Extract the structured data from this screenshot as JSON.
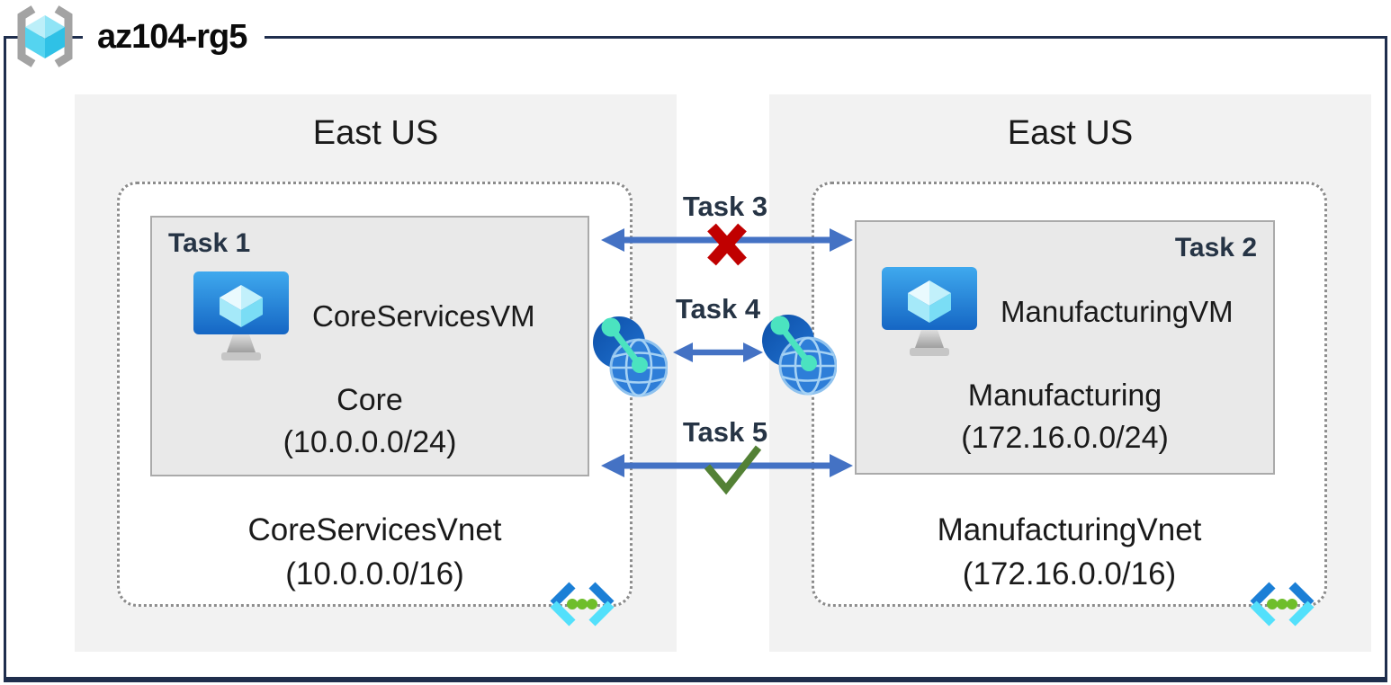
{
  "title": "az104-rg5",
  "colors": {
    "frame_navy": "#1f2e4d",
    "region_fill": "#f2f2f2",
    "subnet_fill": "#e9e9e9",
    "arrow_blue": "#4472c4",
    "blocked_red": "#c00000",
    "allowed_green": "#538135",
    "task_label": "#263445",
    "vnet_dotted_border": "#8c8c8c"
  },
  "icons": {
    "header": "resource-group-icon",
    "vm": "virtual-machine-icon",
    "vnet": "virtual-network-icon",
    "peering": "vnet-peering-icon"
  },
  "regions": [
    {
      "label": "East US",
      "vnet": {
        "task_label": "Task 1",
        "vm_name": "CoreServicesVM",
        "subnet_name": "Core",
        "subnet_cidr": "(10.0.0.0/24)",
        "vnet_name": "CoreServicesVnet",
        "vnet_cidr": "(10.0.0.0/16)"
      }
    },
    {
      "label": "East US",
      "vnet": {
        "task_label": "Task 2",
        "vm_name": "ManufacturingVM",
        "subnet_name": "Manufacturing",
        "subnet_cidr": "(172.16.0.0/24)",
        "vnet_name": "ManufacturingVnet",
        "vnet_cidr": "(172.16.0.0/16)"
      }
    }
  ],
  "connections": [
    {
      "label": "Task 3",
      "status": "blocked",
      "status_icon": "x-mark"
    },
    {
      "label": "Task 4",
      "status": "peering",
      "status_icon": "none"
    },
    {
      "label": "Task 5",
      "status": "allowed",
      "status_icon": "check-mark"
    }
  ]
}
